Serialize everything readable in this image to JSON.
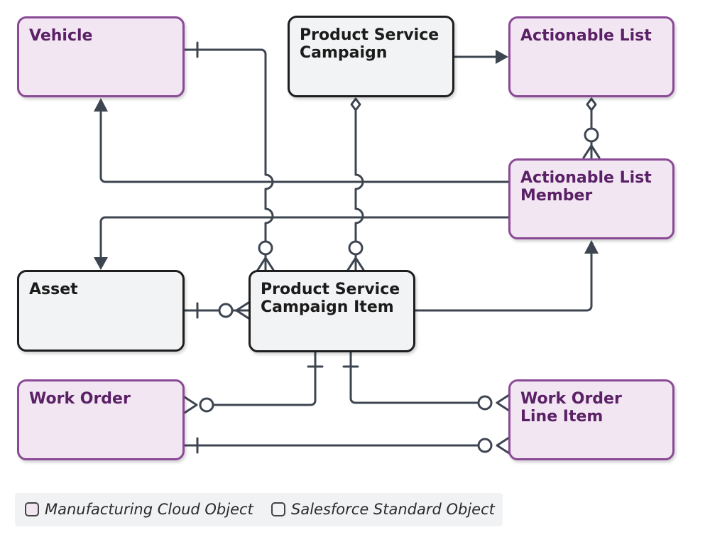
{
  "entities": {
    "vehicle": "Vehicle",
    "product_service_campaign": "Product Service Campaign",
    "actionable_list": "Actionable List",
    "actionable_list_member": "Actionable List Member",
    "asset": "Asset",
    "product_service_campaign_item": "Product Service Campaign Item",
    "work_order": "Work Order",
    "work_order_line_item": "Work Order Line Item"
  },
  "legend": {
    "manufacturing": "Manufacturing Cloud Object",
    "standard": "Salesforce Standard Object"
  },
  "colors": {
    "manufacturing_fill": "#f2e6f3",
    "manufacturing_border": "#8a4a95",
    "manufacturing_text": "#5b2166",
    "standard_fill": "#f2f3f4",
    "standard_border": "#1e1e1e",
    "connector": "#3d4551"
  }
}
